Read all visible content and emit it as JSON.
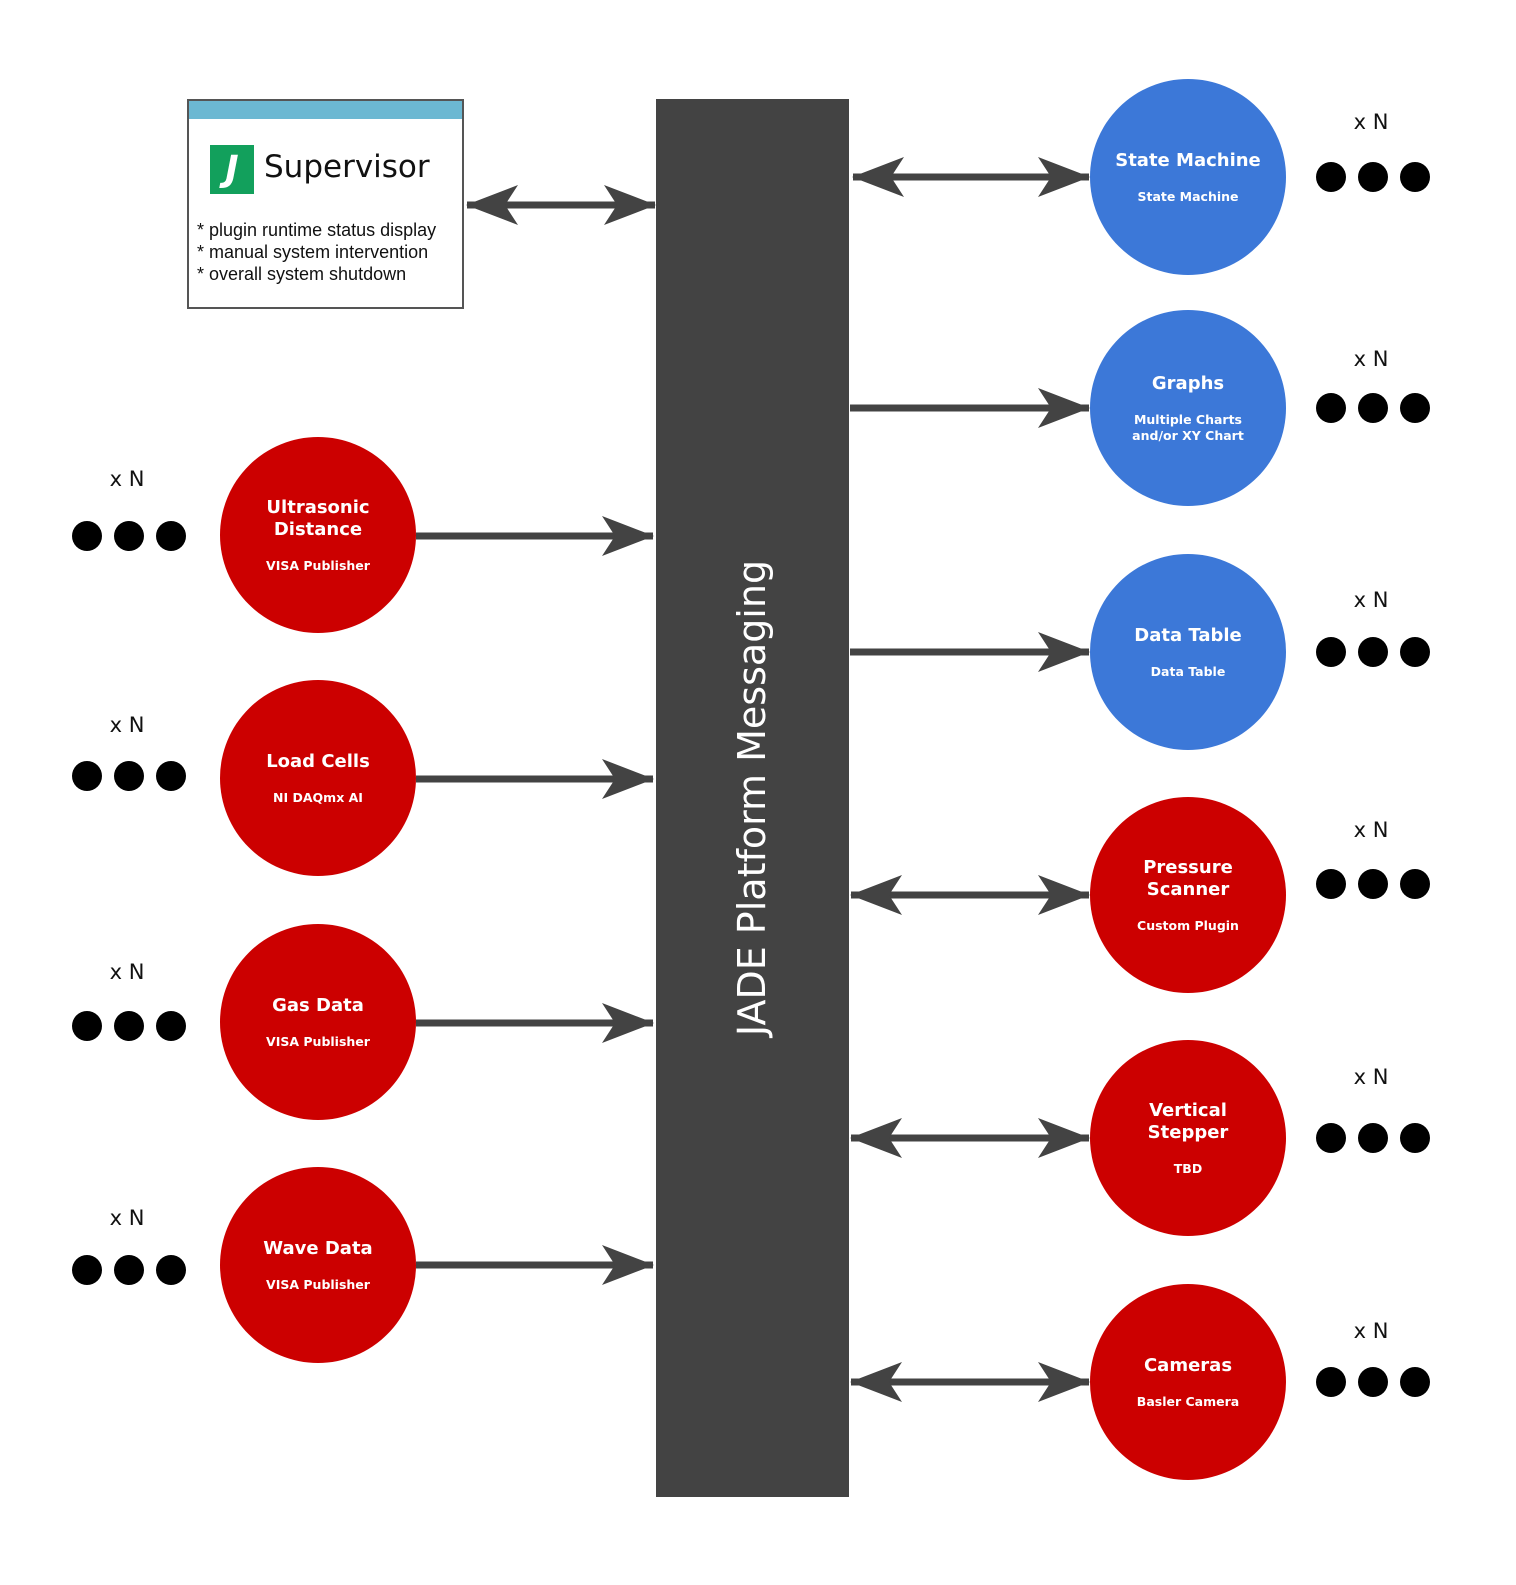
{
  "bus": {
    "label": "JADE Platform Messaging"
  },
  "supervisor": {
    "logo_letter": "J",
    "title": "Supervisor",
    "features": [
      "plugin runtime status display",
      "manual system intervention",
      "overall system shutdown"
    ]
  },
  "multiplier": "x N",
  "nodes": {
    "ultrasonic": {
      "name": "Ultrasonic Distance",
      "plugin": "VISA Publisher",
      "color": "#cc0000"
    },
    "load_cells": {
      "name": "Load Cells",
      "plugin": "NI DAQmx AI",
      "color": "#cc0000"
    },
    "gas_data": {
      "name": "Gas Data",
      "plugin": "VISA Publisher",
      "color": "#cc0000"
    },
    "wave_data": {
      "name": "Wave Data",
      "plugin": "VISA Publisher",
      "color": "#cc0000"
    },
    "state_machine": {
      "name": "State Machine",
      "plugin": "State Machine",
      "color": "#3c78d8"
    },
    "graphs": {
      "name": "Graphs",
      "plugin": "Multiple Charts and/or XY Chart",
      "color": "#3c78d8"
    },
    "data_table": {
      "name": "Data Table",
      "plugin": "Data Table",
      "color": "#3c78d8"
    },
    "pressure_scanner": {
      "name": "Pressure Scanner",
      "plugin": "Custom Plugin",
      "color": "#cc0000"
    },
    "vertical_stepper": {
      "name": "Vertical Stepper",
      "plugin": "TBD",
      "color": "#cc0000"
    },
    "cameras": {
      "name": "Cameras",
      "plugin": "Basler Camera",
      "color": "#cc0000"
    }
  },
  "colors": {
    "publisher": "#cc0000",
    "consumer": "#3c78d8",
    "bus": "#434343",
    "arrow": "#434343",
    "supervisor_bar": "#6cb8d2",
    "logo": "#12a05c"
  },
  "connections": [
    {
      "from": "supervisor",
      "to": "bus",
      "direction": "both"
    },
    {
      "from": "ultrasonic",
      "to": "bus",
      "direction": "to-bus"
    },
    {
      "from": "load_cells",
      "to": "bus",
      "direction": "to-bus"
    },
    {
      "from": "gas_data",
      "to": "bus",
      "direction": "to-bus"
    },
    {
      "from": "wave_data",
      "to": "bus",
      "direction": "to-bus"
    },
    {
      "from": "bus",
      "to": "state_machine",
      "direction": "both"
    },
    {
      "from": "bus",
      "to": "graphs",
      "direction": "to-node"
    },
    {
      "from": "bus",
      "to": "data_table",
      "direction": "to-node"
    },
    {
      "from": "bus",
      "to": "pressure_scanner",
      "direction": "both"
    },
    {
      "from": "bus",
      "to": "vertical_stepper",
      "direction": "both"
    },
    {
      "from": "bus",
      "to": "cameras",
      "direction": "both"
    }
  ]
}
